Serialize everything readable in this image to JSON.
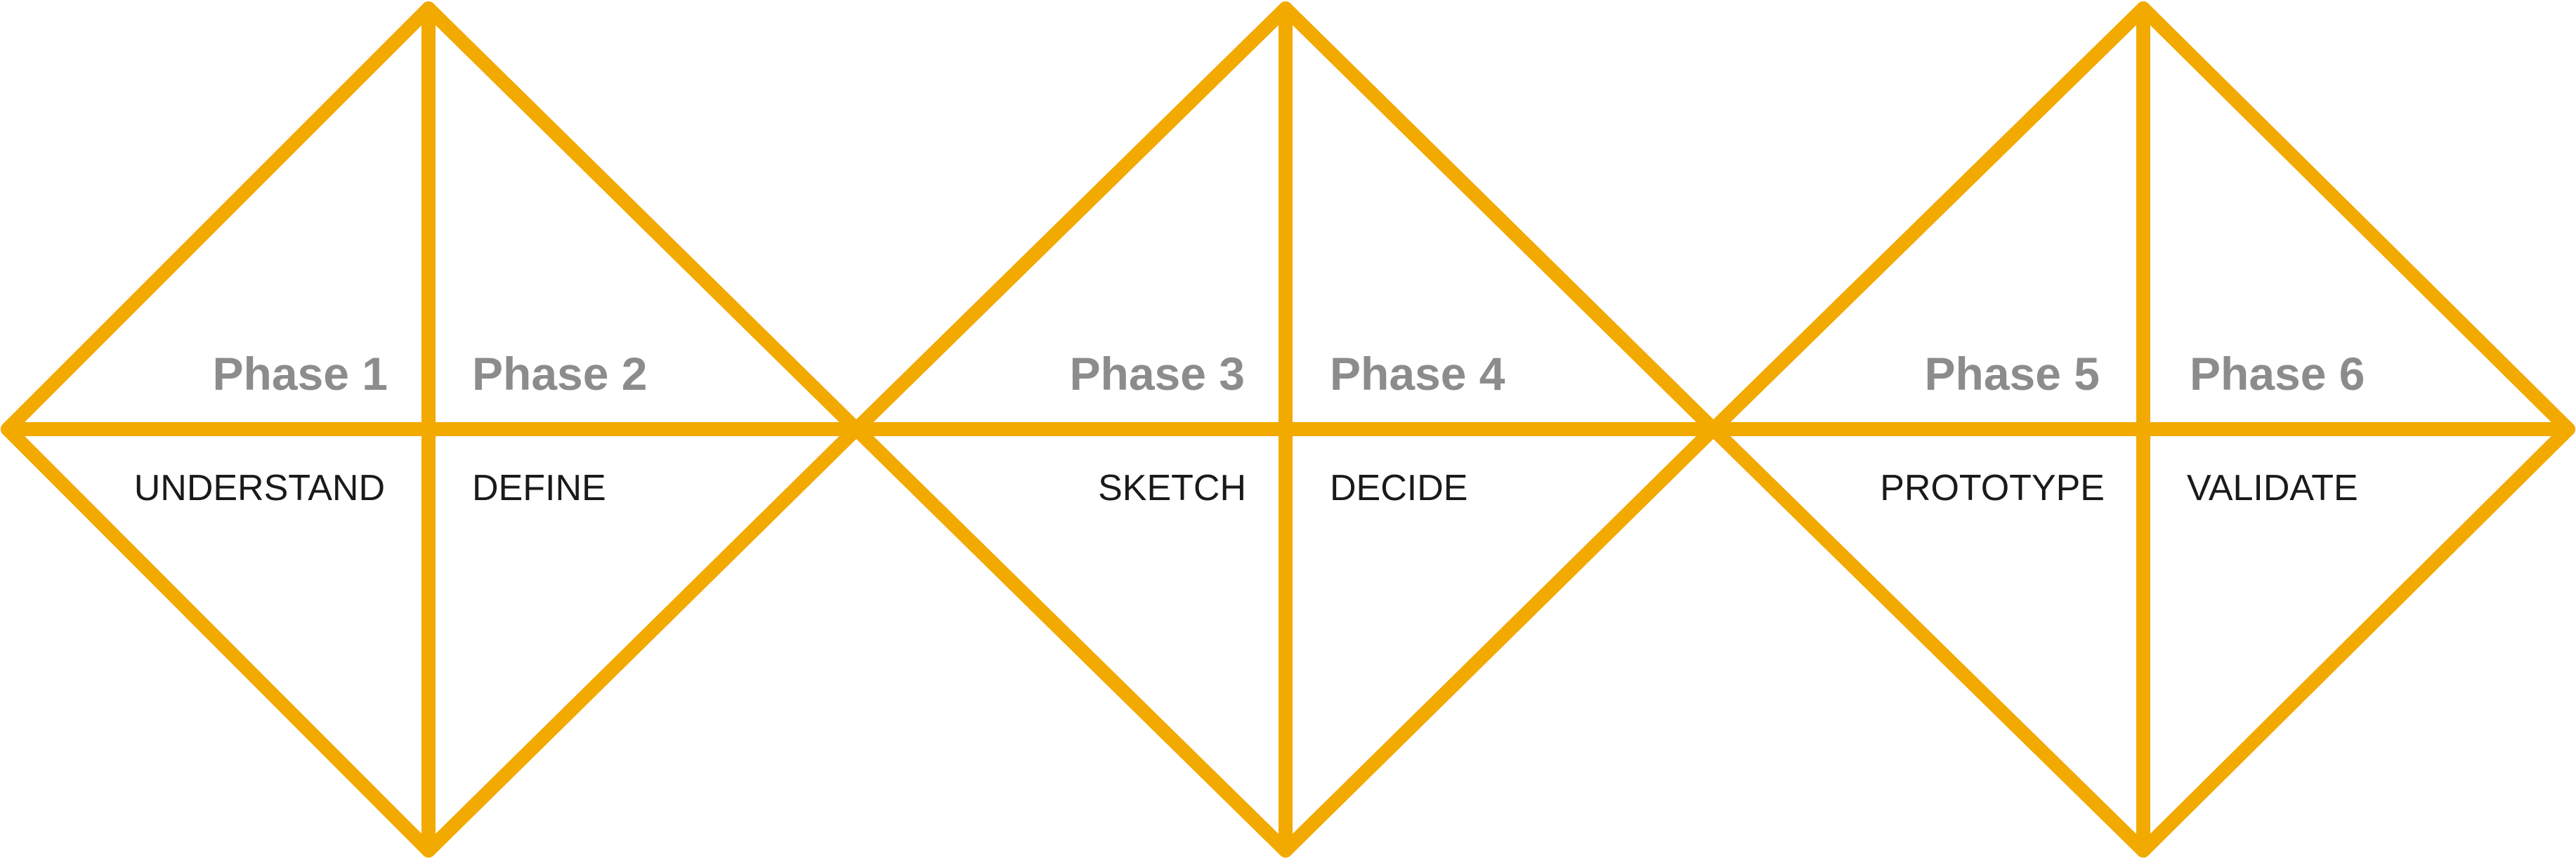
{
  "colors": {
    "stroke": "#F2A900",
    "phase_text": "#8C8C8C",
    "step_text": "#1A1A1A",
    "background": "#FFFFFF"
  },
  "diamonds": [
    {
      "left": {
        "phase": "Phase 1",
        "step": "UNDERSTAND"
      },
      "right": {
        "phase": "Phase 2",
        "step": "DEFINE"
      }
    },
    {
      "left": {
        "phase": "Phase 3",
        "step": "SKETCH"
      },
      "right": {
        "phase": "Phase 4",
        "step": "DECIDE"
      }
    },
    {
      "left": {
        "phase": "Phase 5",
        "step": "PROTOTYPE"
      },
      "right": {
        "phase": "Phase 6",
        "step": "VALIDATE"
      }
    }
  ]
}
